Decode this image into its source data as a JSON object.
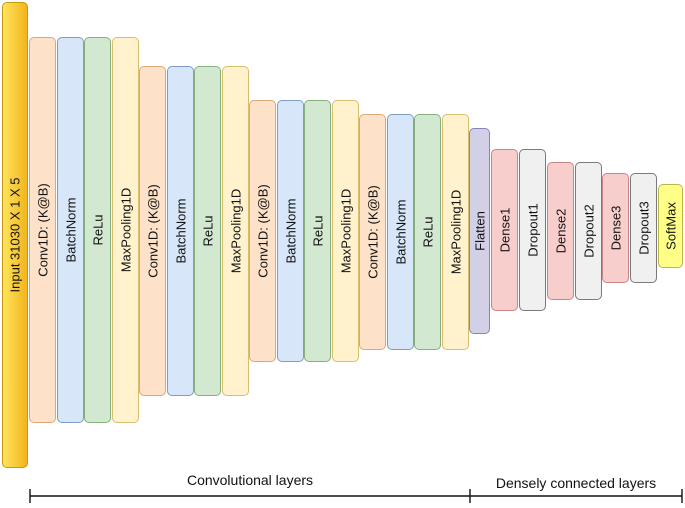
{
  "diagram": {
    "blocks": [
      {
        "label": "Input  31030 X 1 X 5",
        "kind": "input"
      },
      {
        "label": "Conv1D: (K@B)",
        "kind": "conv"
      },
      {
        "label": "BatchNorm",
        "kind": "bn"
      },
      {
        "label": "ReLu",
        "kind": "relu"
      },
      {
        "label": "MaxPooling1D",
        "kind": "pool"
      },
      {
        "label": "Conv1D: (K@B)",
        "kind": "conv"
      },
      {
        "label": "BatchNorm",
        "kind": "bn"
      },
      {
        "label": "ReLu",
        "kind": "relu"
      },
      {
        "label": "MaxPooling1D",
        "kind": "pool"
      },
      {
        "label": "Conv1D: (K@B)",
        "kind": "conv"
      },
      {
        "label": "BatchNorm",
        "kind": "bn"
      },
      {
        "label": "ReLu",
        "kind": "relu"
      },
      {
        "label": "MaxPooling1D",
        "kind": "pool"
      },
      {
        "label": "Conv1D: (K@B)",
        "kind": "conv"
      },
      {
        "label": "BatchNorm",
        "kind": "bn"
      },
      {
        "label": "ReLu",
        "kind": "relu"
      },
      {
        "label": "MaxPooling1D",
        "kind": "pool"
      },
      {
        "label": "Flatten",
        "kind": "flat"
      },
      {
        "label": "Dense1",
        "kind": "dense"
      },
      {
        "label": "Dropout1",
        "kind": "drop"
      },
      {
        "label": "Dense2",
        "kind": "dense"
      },
      {
        "label": "Dropout2",
        "kind": "drop"
      },
      {
        "label": "Dense3",
        "kind": "dense"
      },
      {
        "label": "Dropout3",
        "kind": "drop"
      },
      {
        "label": "SoftMax",
        "kind": "soft"
      }
    ],
    "groups": {
      "convolutional": "Convolutional layers",
      "dense": "Densely connected layers"
    }
  }
}
